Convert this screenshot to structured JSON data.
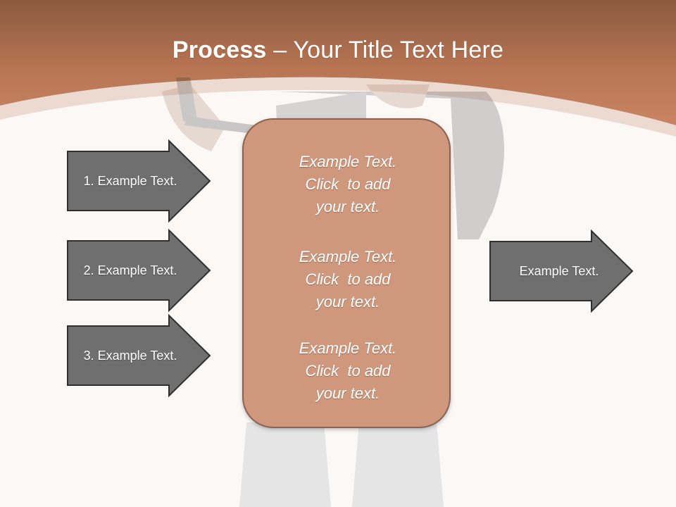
{
  "title": {
    "bold": "Process",
    "dash": " – ",
    "rest": "Your Title Text Here"
  },
  "left_arrows": [
    {
      "label": "1. Example Text."
    },
    {
      "label": "2. Example Text."
    },
    {
      "label": "3. Example Text."
    }
  ],
  "center_blocks": [
    {
      "line1": "Example Text.",
      "line2": "Click  to add",
      "line3": "your text."
    },
    {
      "line1": "Example Text.",
      "line2": "Click  to add",
      "line3": "your text."
    },
    {
      "line1": "Example Text.",
      "line2": "Click  to add",
      "line3": "your text."
    }
  ],
  "right_arrow": {
    "label": "Example Text."
  },
  "colors": {
    "header": "#b77352",
    "arrow_fill": "#6f6f6f",
    "arrow_border": "#2f2f2f",
    "box_fill": "#cf987d",
    "box_border": "#8b6250",
    "background": "#fbf8f6"
  }
}
